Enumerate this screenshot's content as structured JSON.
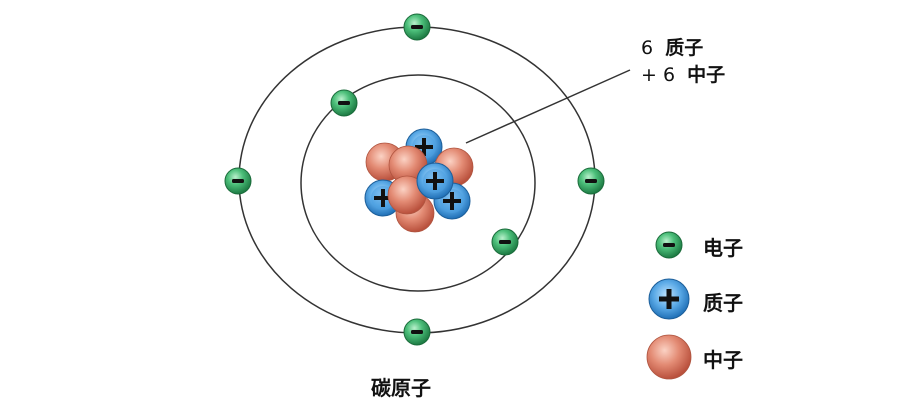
{
  "diagram": {
    "title": "碳原子",
    "callout": {
      "line1_number": "6",
      "line1_text": "质子",
      "line2_number": "+ 6",
      "line2_text": "中子"
    },
    "legend": [
      {
        "symbol": "electron",
        "sign": "−",
        "label": "电子",
        "color": "#2e9c5a"
      },
      {
        "symbol": "proton",
        "sign": "+",
        "label": "质子",
        "color": "#3c8fd0"
      },
      {
        "symbol": "neutron",
        "sign": "",
        "label": "中子",
        "color": "#d9705c"
      }
    ],
    "orbits": [
      {
        "name": "inner",
        "electrons": 2
      },
      {
        "name": "outer",
        "electrons": 4
      }
    ],
    "nucleus": {
      "protons": 6,
      "neutrons": 6
    },
    "colors": {
      "electron": "#2e9c5a",
      "proton": "#3c8fd0",
      "neutron": "#d9705c",
      "orbit": "#333333"
    }
  }
}
